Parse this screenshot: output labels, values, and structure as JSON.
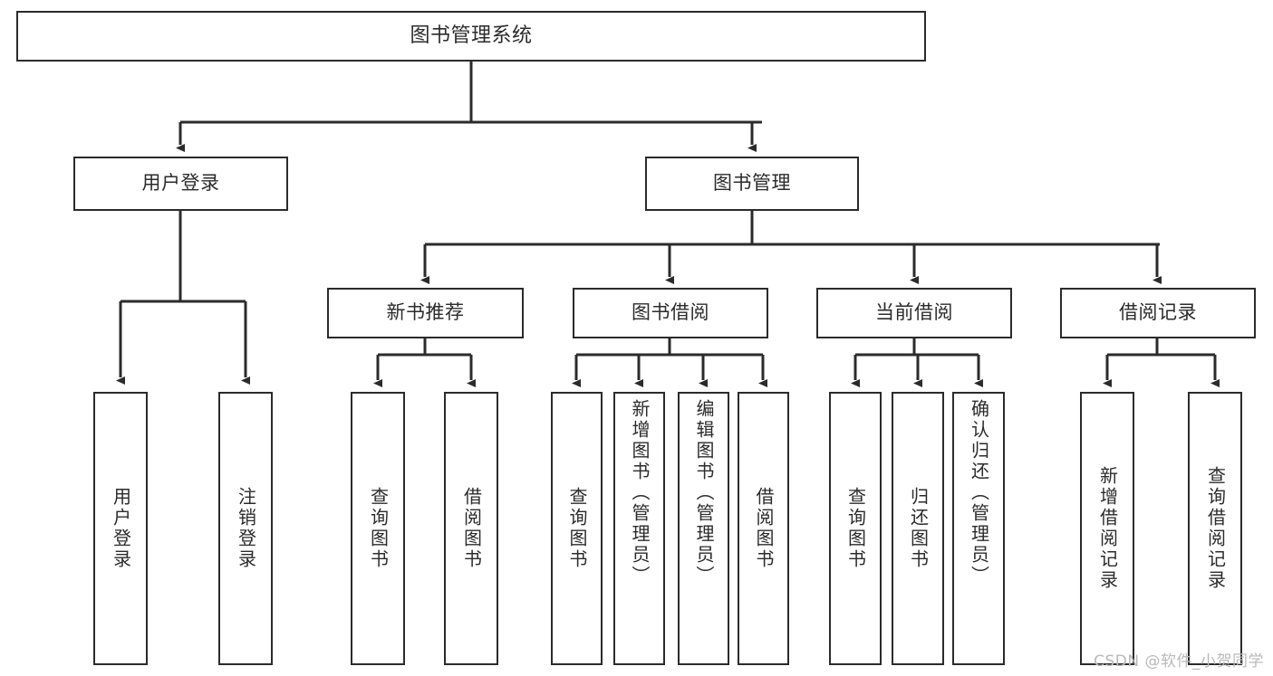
{
  "diagram": {
    "title": "图书管理系统",
    "watermark": "CSDN @软件_小贺同学",
    "colors": {
      "background": "#ffffff",
      "stroke": "#2b2b2b",
      "text": "#2b2b2b",
      "watermark": "#b9b9b9"
    },
    "nodes": {
      "root": {
        "label": "图书管理系统"
      },
      "user_login": {
        "label": "用户登录"
      },
      "book_manage": {
        "label": "图书管理"
      },
      "new_book_rec": {
        "label": "新书推荐"
      },
      "book_borrow": {
        "label": "图书借阅"
      },
      "current_borrow": {
        "label": "当前借阅"
      },
      "borrow_record": {
        "label": "借阅记录"
      },
      "leaf_user_login": {
        "label": "用户登录"
      },
      "leaf_logout": {
        "label": "注销登录"
      },
      "leaf_query_book_1": {
        "label": "查询图书"
      },
      "leaf_borrow_book_1": {
        "label": "借阅图书"
      },
      "leaf_query_book_2": {
        "label": "查询图书"
      },
      "leaf_add_book_admin": {
        "label": "新增图书（管理员）"
      },
      "leaf_edit_book_admin": {
        "label": "编辑图书（管理员）"
      },
      "leaf_borrow_book_2": {
        "label": "借阅图书"
      },
      "leaf_query_book_3": {
        "label": "查询图书"
      },
      "leaf_return_book": {
        "label": "归还图书"
      },
      "leaf_confirm_return_admin": {
        "label": "确认归还（管理员）"
      },
      "leaf_add_record": {
        "label": "新增借阅记录"
      },
      "leaf_query_record": {
        "label": "查询借阅记录"
      }
    }
  },
  "chart_data": {
    "type": "tree",
    "title": "图书管理系统",
    "orientation": "top-down",
    "tree": {
      "label": "图书管理系统",
      "children": [
        {
          "label": "用户登录",
          "children": [
            {
              "label": "用户登录",
              "children": []
            },
            {
              "label": "注销登录",
              "children": []
            }
          ]
        },
        {
          "label": "图书管理",
          "children": [
            {
              "label": "新书推荐",
              "children": [
                {
                  "label": "查询图书",
                  "children": []
                },
                {
                  "label": "借阅图书",
                  "children": []
                }
              ]
            },
            {
              "label": "图书借阅",
              "children": [
                {
                  "label": "查询图书",
                  "children": []
                },
                {
                  "label": "新增图书（管理员）",
                  "children": []
                },
                {
                  "label": "编辑图书（管理员）",
                  "children": []
                },
                {
                  "label": "借阅图书",
                  "children": []
                }
              ]
            },
            {
              "label": "当前借阅",
              "children": [
                {
                  "label": "查询图书",
                  "children": []
                },
                {
                  "label": "归还图书",
                  "children": []
                },
                {
                  "label": "确认归还（管理员）",
                  "children": []
                }
              ]
            },
            {
              "label": "借阅记录",
              "children": [
                {
                  "label": "新增借阅记录",
                  "children": []
                },
                {
                  "label": "查询借阅记录",
                  "children": []
                }
              ]
            }
          ]
        }
      ]
    }
  }
}
